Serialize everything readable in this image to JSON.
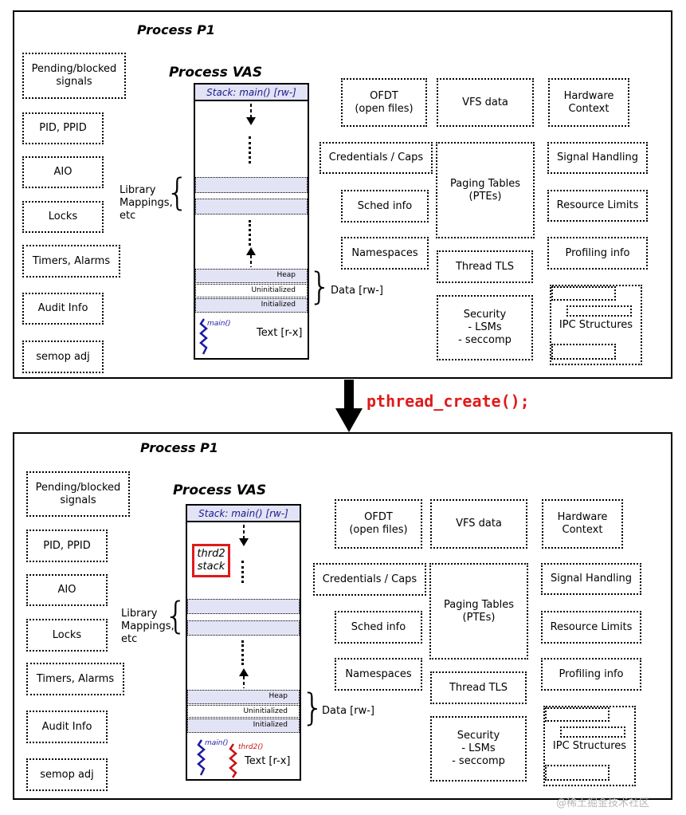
{
  "arrow_label": "pthread_create();",
  "watermark": "@稀土掘金技术社区",
  "colors": {
    "segment_fill": "#e3e3f6",
    "main_thread": "#1a1aa0",
    "thread2": "#c81414",
    "highlight": "#e01a1a"
  },
  "panel_top": {
    "title": "Process P1",
    "vas_title": "Process VAS",
    "stack": "Stack: main() [rw-]",
    "library_label": "Library\nMappings,\netc",
    "heap": "Heap",
    "uninitialized": "Uninitialized",
    "initialized": "Initialized",
    "data_label": "Data [rw-]",
    "text_label": "Text [r-x]",
    "main_label": "main()",
    "left_items": [
      "Pending/blocked\nsignals",
      "PID, PPID",
      "AIO",
      "Locks",
      "Timers, Alarms",
      "Audit Info",
      "semop adj"
    ],
    "ofdt": "OFDT\n(open files)",
    "vfs": "VFS data",
    "hw": "Hardware\nContext",
    "creds": "Credentials / Caps",
    "paging": "Paging Tables\n(PTEs)",
    "signal": "Signal Handling",
    "sched": "Sched info",
    "rlimits": "Resource Limits",
    "ns": "Namespaces",
    "tls": "Thread TLS",
    "profiling": "Profiling info",
    "security": "Security\n- LSMs\n- seccomp",
    "ipc": "IPC Structures"
  },
  "panel_bottom": {
    "title": "Process P1",
    "vas_title": "Process VAS",
    "stack": "Stack: main() [rw-]",
    "thrd2_stack": "thrd2\nstack",
    "library_label": "Library\nMappings,\netc",
    "heap": "Heap",
    "uninitialized": "Uninitialized",
    "initialized": "Initialized",
    "data_label": "Data [rw-]",
    "text_label": "Text [r-x]",
    "main_label": "main()",
    "thrd2_label": "thrd2()",
    "left_items": [
      "Pending/blocked\nsignals",
      "PID, PPID",
      "AIO",
      "Locks",
      "Timers, Alarms",
      "Audit Info",
      "semop adj"
    ],
    "ofdt": "OFDT\n(open files)",
    "vfs": "VFS data",
    "hw": "Hardware\nContext",
    "creds": "Credentials / Caps",
    "paging": "Paging Tables\n(PTEs)",
    "signal": "Signal Handling",
    "sched": "Sched info",
    "rlimits": "Resource Limits",
    "ns": "Namespaces",
    "tls": "Thread TLS",
    "profiling": "Profiling info",
    "security": "Security\n- LSMs\n- seccomp",
    "ipc": "IPC Structures"
  }
}
